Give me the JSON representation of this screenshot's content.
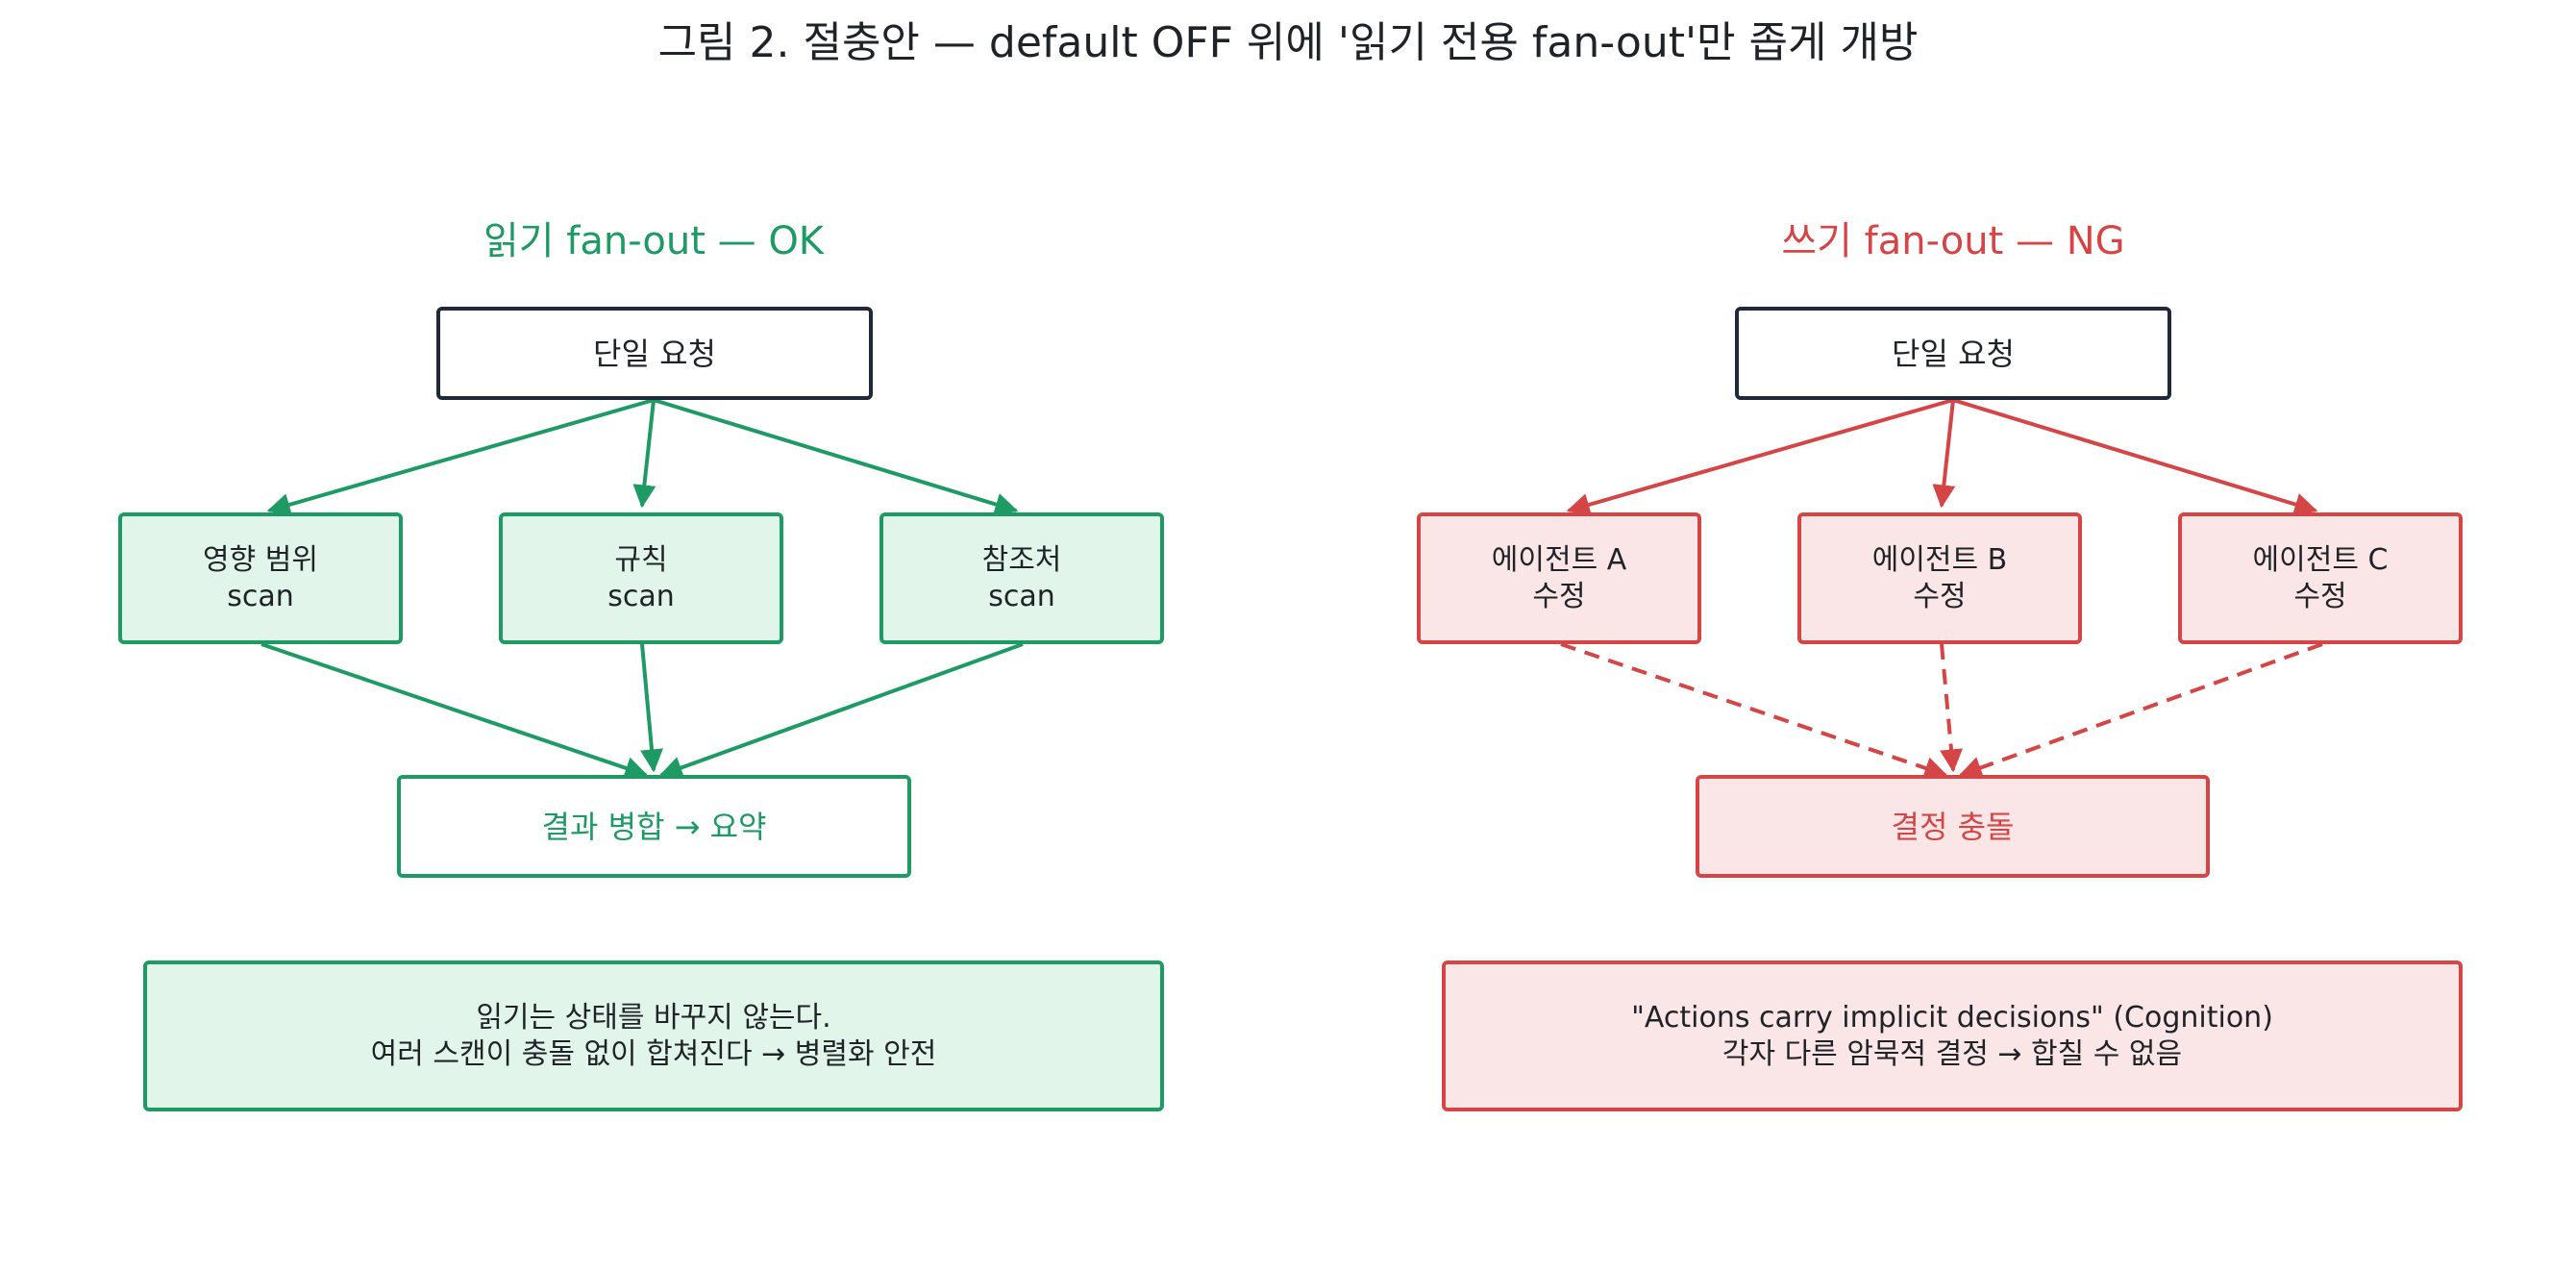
{
  "title": "그림 2. 절충안 — default OFF 위에 '읽기 전용 fan-out'만 좁게 개방",
  "colors": {
    "ok": "#1e9a64",
    "ok_fill": "#e2f5eb",
    "ng": "#d64545",
    "ng_fill": "#fbe6e7",
    "root_border": "#1f2937"
  },
  "left": {
    "heading": "읽기 fan-out  —  OK",
    "root": "단일 요청",
    "branches": [
      {
        "line1": "영향 범위",
        "line2": "scan"
      },
      {
        "line1": "규칙",
        "line2": "scan"
      },
      {
        "line1": "참조처",
        "line2": "scan"
      }
    ],
    "result": "결과 병합 → 요약",
    "note": {
      "line1": "읽기는 상태를 바꾸지 않는다.",
      "line2": "여러 스캔이 충돌 없이 합쳐진다 → 병렬화 안전"
    }
  },
  "right": {
    "heading": "쓰기 fan-out  —  NG",
    "root": "단일 요청",
    "branches": [
      {
        "line1": "에이전트 A",
        "line2": "수정"
      },
      {
        "line1": "에이전트 B",
        "line2": "수정"
      },
      {
        "line1": "에이전트 C",
        "line2": "수정"
      }
    ],
    "result": "결정 충돌",
    "note": {
      "line1": "\"Actions carry implicit decisions\" (Cognition)",
      "line2": "각자 다른 암묵적 결정 → 합칠 수 없음"
    }
  }
}
